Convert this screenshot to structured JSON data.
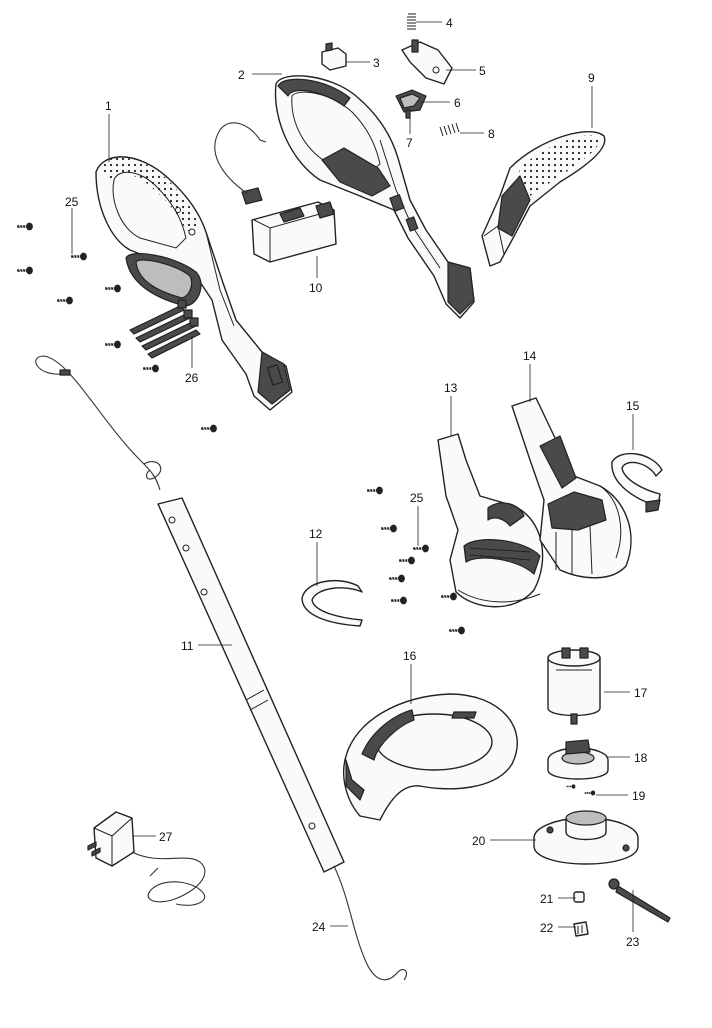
{
  "diagram": {
    "callouts": [
      {
        "id": "1",
        "label": "1"
      },
      {
        "id": "2",
        "label": "2"
      },
      {
        "id": "3",
        "label": "3"
      },
      {
        "id": "4",
        "label": "4"
      },
      {
        "id": "5",
        "label": "5"
      },
      {
        "id": "6",
        "label": "6"
      },
      {
        "id": "7",
        "label": "7"
      },
      {
        "id": "8",
        "label": "8"
      },
      {
        "id": "9",
        "label": "9"
      },
      {
        "id": "10",
        "label": "10"
      },
      {
        "id": "11",
        "label": "11"
      },
      {
        "id": "12",
        "label": "12"
      },
      {
        "id": "13",
        "label": "13"
      },
      {
        "id": "14",
        "label": "14"
      },
      {
        "id": "15",
        "label": "15"
      },
      {
        "id": "16",
        "label": "16"
      },
      {
        "id": "17",
        "label": "17"
      },
      {
        "id": "18",
        "label": "18"
      },
      {
        "id": "19",
        "label": "19"
      },
      {
        "id": "20",
        "label": "20"
      },
      {
        "id": "21",
        "label": "21"
      },
      {
        "id": "22",
        "label": "22"
      },
      {
        "id": "23",
        "label": "23"
      },
      {
        "id": "24",
        "label": "24"
      },
      {
        "id": "25a",
        "label": "25"
      },
      {
        "id": "25b",
        "label": "25"
      },
      {
        "id": "26",
        "label": "26"
      },
      {
        "id": "27",
        "label": "27"
      }
    ]
  }
}
